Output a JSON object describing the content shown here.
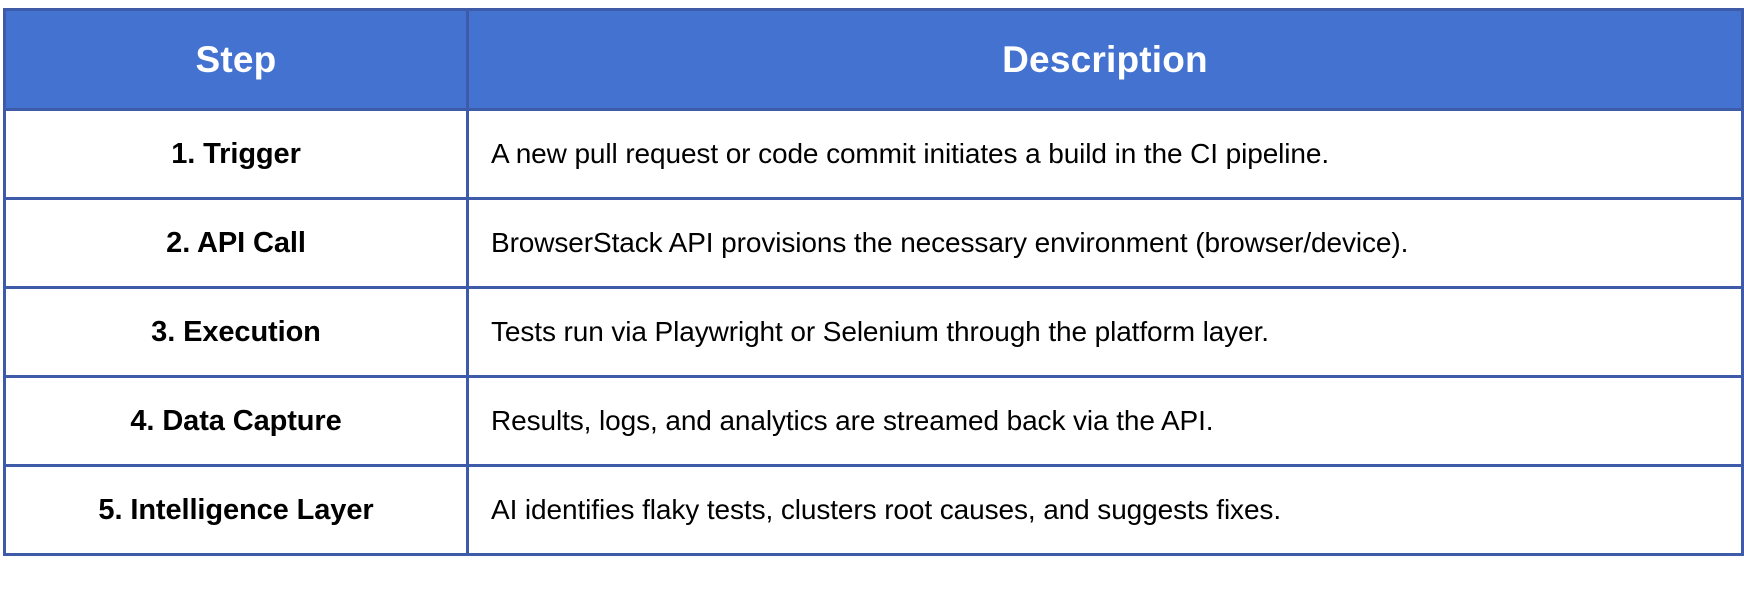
{
  "table": {
    "headers": {
      "step": "Step",
      "description": "Description"
    },
    "rows": [
      {
        "step": "1. Trigger",
        "description": "A new pull request or code commit initiates a build in the CI pipeline."
      },
      {
        "step": "2. API Call",
        "description": "BrowserStack API provisions the necessary environment (browser/device)."
      },
      {
        "step": "3. Execution",
        "description": "Tests run via Playwright or Selenium through the platform layer."
      },
      {
        "step": "4. Data Capture",
        "description": "Results, logs, and analytics are streamed back via the API."
      },
      {
        "step": "5. Intelligence Layer",
        "description": "AI identifies flaky tests, clusters root causes, and suggests fixes."
      }
    ]
  },
  "colors": {
    "header_fill": "#4472D0",
    "border": "#3D5BA9",
    "header_text": "#FFFFFF",
    "body_text": "#000000",
    "body_fill": "#FFFFFF"
  }
}
